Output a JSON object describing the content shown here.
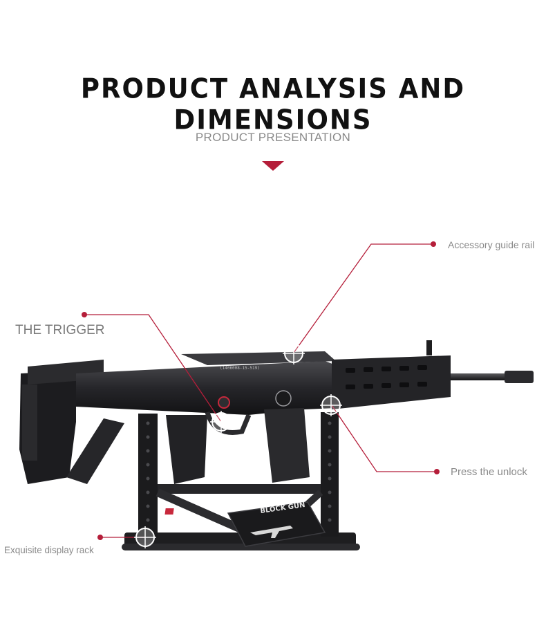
{
  "header": {
    "title": "PRODUCT ANALYSIS AND DIMENSIONS",
    "subtitle": "PRODUCT PRESENTATION"
  },
  "callouts": {
    "rail": "Accessory guide rail",
    "trigger": "THE TRIGGER",
    "unlock": "Press the unlock",
    "rack": "Exquisite display rack"
  },
  "product_print": {
    "serial": "(1406008-15-519)",
    "plate_title": "BLOCK GUN"
  },
  "colors": {
    "accent": "#b51e3a",
    "title": "#111111",
    "label": "#8a8a8a",
    "model_dark": "#1c1c1e",
    "model_mid": "#3a3a3d"
  }
}
